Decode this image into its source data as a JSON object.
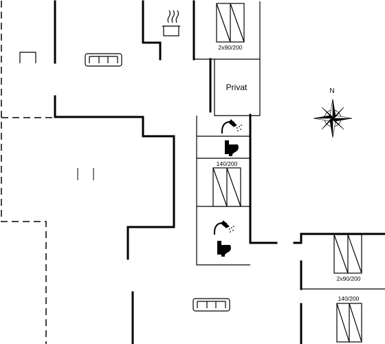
{
  "floorplan": {
    "rooms": {
      "private_label": "Privat"
    },
    "beds": [
      {
        "id": "bed-top",
        "label": "2x90/200"
      },
      {
        "id": "bed-mid",
        "label": "140/200"
      },
      {
        "id": "bed-right-top",
        "label": "2x90/200"
      },
      {
        "id": "bed-right-bottom",
        "label": "140/200"
      }
    ],
    "compass": {
      "north_label": "N"
    },
    "icons": [
      "stove-pot-icon",
      "sofa-icon",
      "shower-icon",
      "toilet-icon",
      "chair-icon",
      "compass-rose-icon"
    ],
    "colors": {
      "wall": "#000000",
      "background": "#ffffff"
    }
  }
}
